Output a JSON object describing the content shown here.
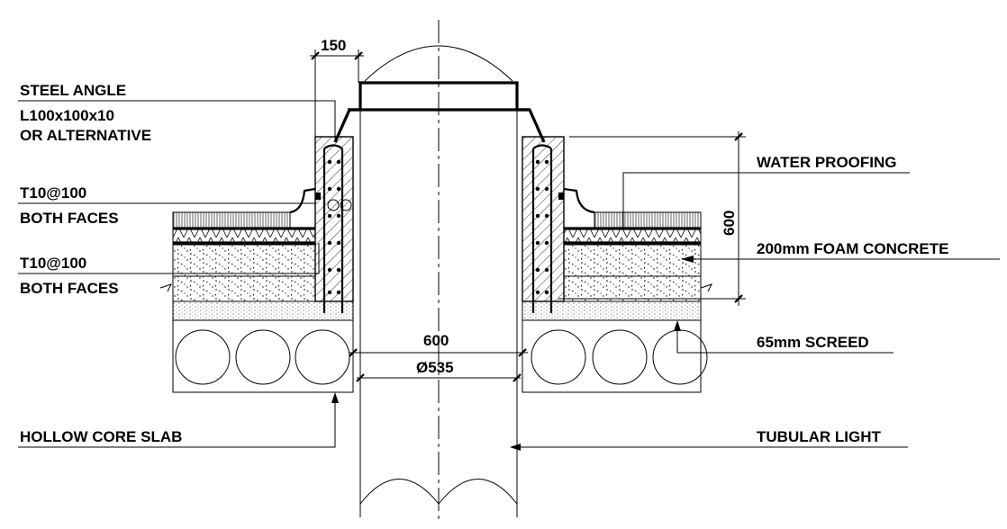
{
  "labels": {
    "steel_angle_1": "STEEL ANGLE",
    "steel_angle_2": "L100x100x10",
    "steel_angle_3": "OR ALTERNATIVE",
    "rebar_top_1": "T10@100",
    "rebar_top_2": "BOTH FACES",
    "rebar_bot_1": "T10@100",
    "rebar_bot_2": "BOTH FACES",
    "water_proofing": "WATER PROOFING",
    "foam_concrete": "200mm FOAM CONCRETE",
    "screed": "65mm SCREED",
    "hollow_core": "HOLLOW CORE SLAB",
    "tubular_light": "TUBULAR LIGHT"
  },
  "dimensions": {
    "upstand_width": "150",
    "upstand_height": "600",
    "opening_width": "600",
    "tube_diameter": "Ø535"
  }
}
